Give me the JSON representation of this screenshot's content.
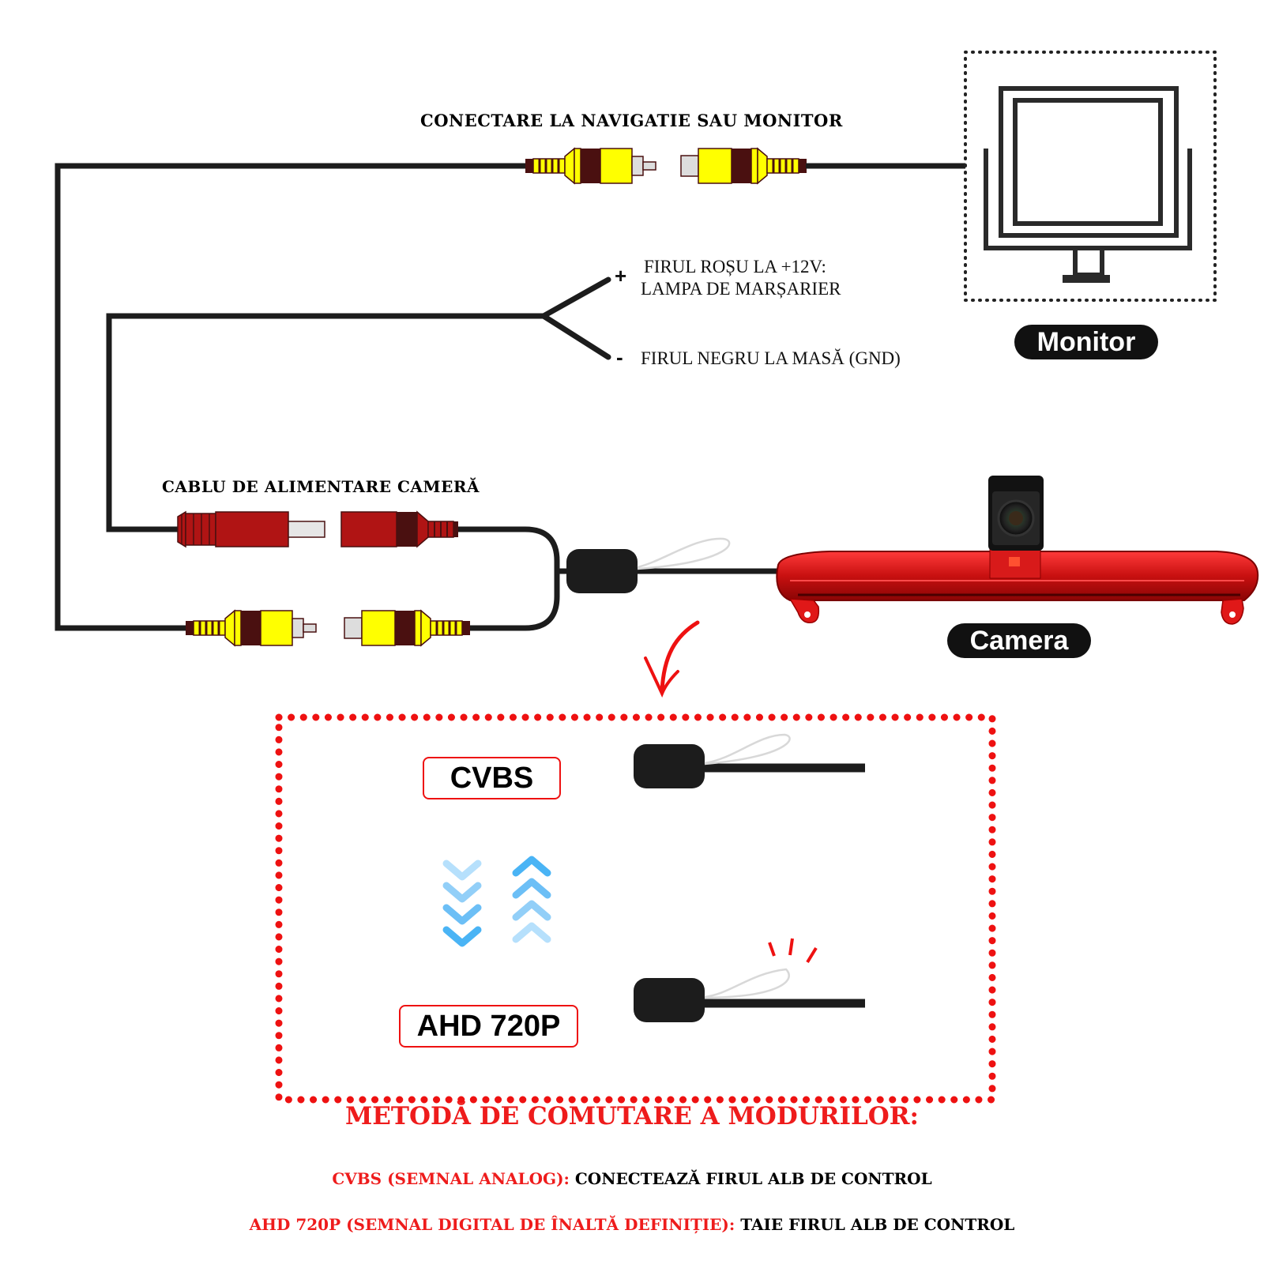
{
  "labels": {
    "nav_connection": "CONECTARE LA NAVIGATIE SAU MONITOR",
    "power_cable": "CABLU DE ALIMENTARE CAMERĂ",
    "red_wire_line1": "FIRUL ROȘU LA +12V:",
    "red_wire_line2": "LAMPA DE MARȘARIER",
    "black_wire": "FIRUL NEGRU LA MASĂ (GND)",
    "plus_sign": "+",
    "minus_sign": "-"
  },
  "devices": {
    "monitor": "Monitor",
    "camera": "Camera"
  },
  "modes": {
    "cvbs": "CVBS",
    "ahd": "AHD 720P"
  },
  "footer": {
    "title": "METODĂ DE COMUTARE A MODURILOR:",
    "cvbs_prefix": "CVBS (SEMNAL ANALOG):",
    "cvbs_action": " CONECTEAZĂ FIRUL ALB DE CONTROL",
    "ahd_prefix": "AHD 720P (SEMNAL DIGITAL DE ÎNALTĂ DEFINIȚIE):",
    "ahd_action": " TAIE FIRUL ALB DE CONTROL"
  },
  "colors": {
    "accent_red": "#ee1c1c",
    "rca_yellow": "#ffff00",
    "rca_brown": "#4a1010",
    "power_red": "#b01414",
    "arrow_blue": "#4ab4f5",
    "wire_black": "#1c1c1c"
  }
}
